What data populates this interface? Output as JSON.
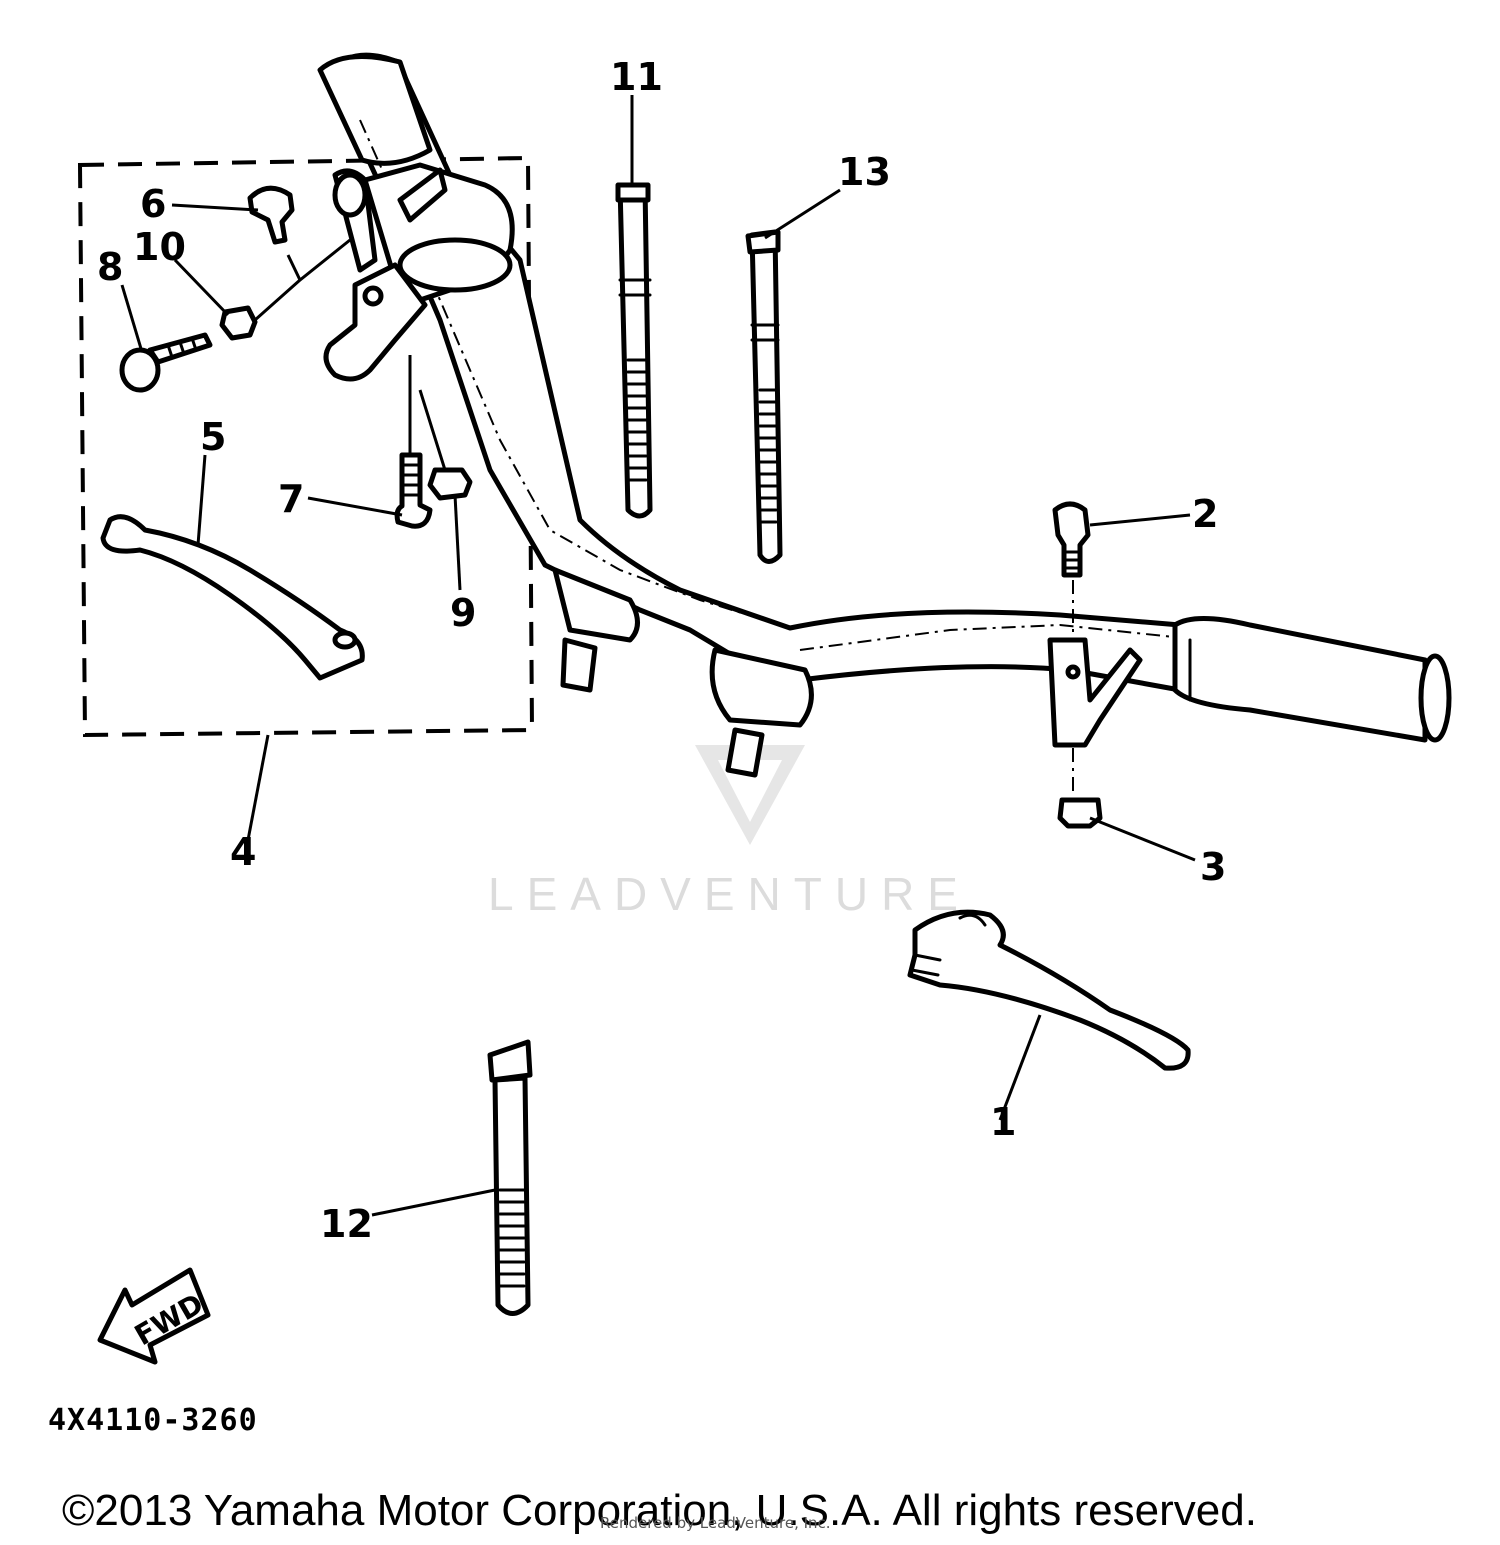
{
  "diagram": {
    "callouts": [
      "1",
      "2",
      "3",
      "4",
      "5",
      "6",
      "7",
      "8",
      "9",
      "10",
      "11",
      "12",
      "13"
    ],
    "direction_arrow": "FWD",
    "part_number": "4X4110-3260",
    "copyright": "©2013 Yamaha Motor Corporation, U.S.A. All rights reserved.",
    "watermark": "LEADVENTURE",
    "render_credit": "Rendered by LeadVenture, Inc."
  },
  "colors": {
    "line": "#000000",
    "background": "#ffffff",
    "watermark": "#dcdcdc"
  }
}
